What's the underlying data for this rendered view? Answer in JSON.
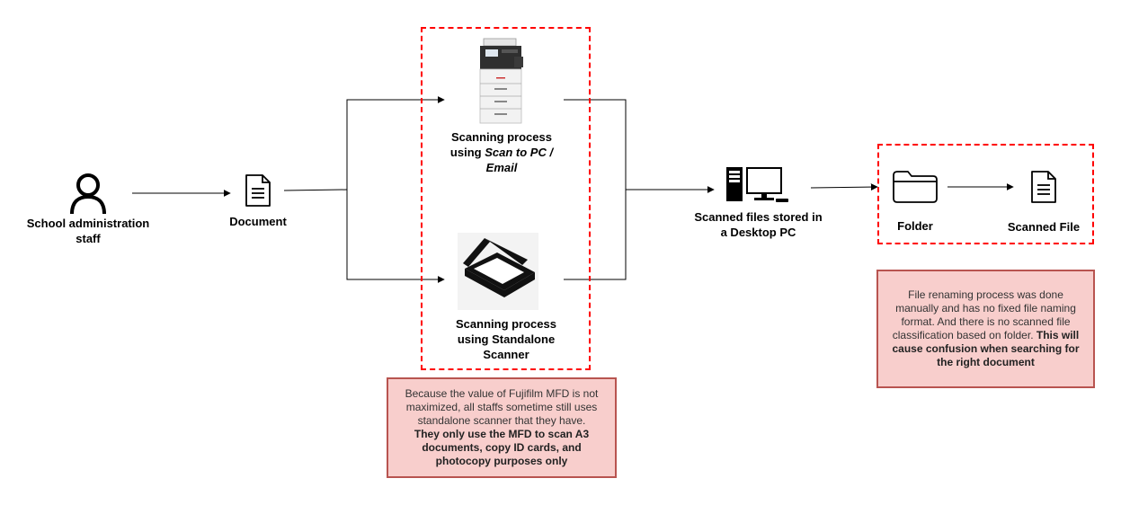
{
  "diagram": {
    "actor": {
      "icon": "person-icon",
      "label": "School administration staff"
    },
    "document": {
      "icon": "document-icon",
      "label": "Document"
    },
    "mfd": {
      "icon": "multifunction-printer-icon",
      "label_prefix": "Scanning process using ",
      "label_italic": "Scan to PC / Email"
    },
    "scanner": {
      "icon": "flatbed-scanner-icon",
      "label": "Scanning process using Standalone Scanner"
    },
    "pc": {
      "icon": "desktop-pc-icon",
      "label": "Scanned files stored in a Desktop PC"
    },
    "folder": {
      "icon": "folder-icon",
      "label": "Folder"
    },
    "scanned_file": {
      "icon": "document-icon",
      "label": "Scanned File"
    },
    "note_mfd": {
      "normal": "Because the value of Fujifilm MFD is not maximized, all staffs sometime still uses standalone scanner that they have.",
      "bold": "They only use the MFD to scan A3 documents, copy ID cards, and photocopy purposes only"
    },
    "note_rename": {
      "normal": "File renaming process was done manually and has no fixed file naming format. And there is no scanned file classification based on folder.",
      "bold": "This will cause confusion when searching for the right document"
    },
    "colors": {
      "dashed_border": "#ff0000",
      "note_fill": "#f8cecc",
      "note_border": "#b85450",
      "line": "#000000"
    }
  }
}
